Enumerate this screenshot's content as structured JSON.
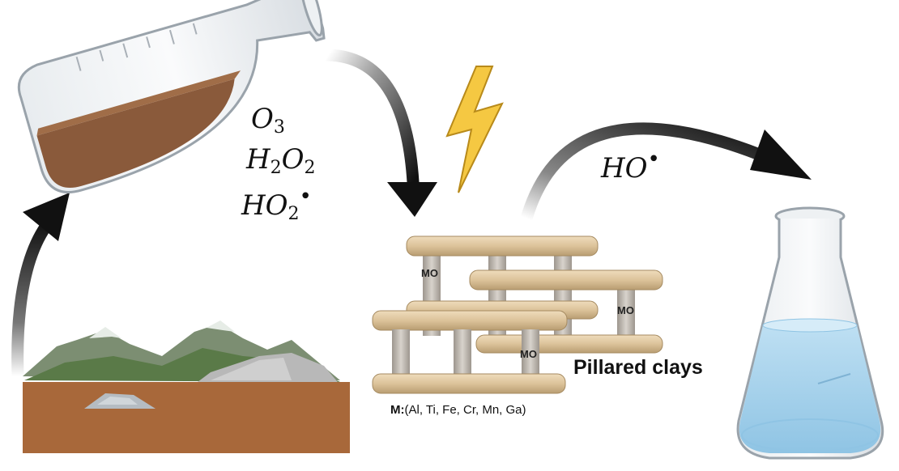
{
  "reagents": {
    "r1": "O",
    "r1_sub": "3",
    "r2a": "H",
    "r2_sub1": "2",
    "r2b": "O",
    "r2_sub2": "2",
    "r3": "HO",
    "r3_sub": "2",
    "r3_sup": "•"
  },
  "radical": {
    "text": "HO",
    "sup": "•"
  },
  "mo_labels": [
    "MO",
    "MO",
    "MO"
  ],
  "pillared_label": "Pillared clays",
  "metals": {
    "prefix": "M:",
    "list": "(Al, Ti, Fe, Cr, Mn, Ga)"
  },
  "colors": {
    "clay_beam": "#dcc39a",
    "pillar": "#b9b3ab",
    "sludge": "#8a5a3b",
    "water": "#a9d3ec",
    "soil": "#a8683a",
    "lightning": "#f5c842"
  }
}
